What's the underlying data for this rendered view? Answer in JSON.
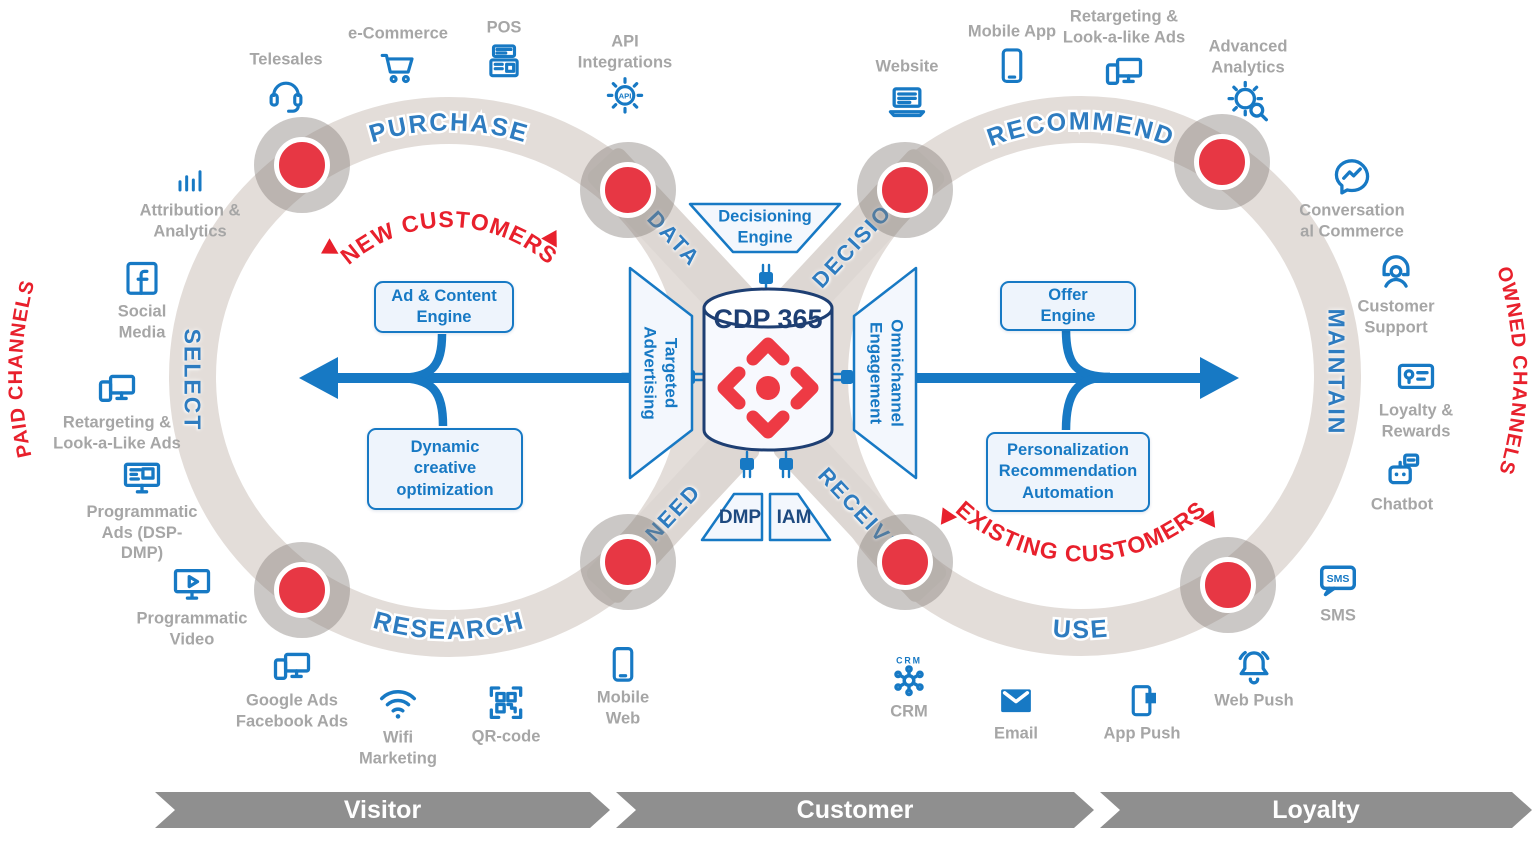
{
  "center": {
    "db_label": "CDP 365",
    "funnel_top": "Decisioning\nEngine",
    "funnel_left": "Targeted\nAdvertising",
    "funnel_right": "Omnichannel\nEngagement",
    "dmp": "DMP",
    "iam": "IAM"
  },
  "engines": {
    "ad_content": "Ad & Content\nEngine",
    "dco": "Dynamic\ncreative\noptimization",
    "offer": "Offer\nEngine",
    "pra": "Personalization\nRecommendation\nAutomation"
  },
  "loops": {
    "left": {
      "top": "PURCHASE",
      "side": "SELECT",
      "bottom": "RESEARCH",
      "inner": "NEW CUSTOMERS"
    },
    "right": {
      "top": "RECOMMEND",
      "side": "MAINTAIN",
      "bottom": "USE",
      "inner": "EXISTING CUSTOMERS"
    },
    "cross": {
      "top_left": "DATA",
      "bottom_left": "NEED",
      "top_right": "DECISION",
      "bottom_right": "RECEIVE"
    }
  },
  "channels": {
    "paid_title": "PAID CHANNELS",
    "owned_title": "OWNED CHANNELS",
    "paid": [
      {
        "id": "telesales",
        "label": "Telesales",
        "icon": "headset"
      },
      {
        "id": "ecommerce",
        "label": "e-Commerce",
        "icon": "cart"
      },
      {
        "id": "pos",
        "label": "POS",
        "icon": "pos-terminal"
      },
      {
        "id": "api-integrations",
        "label": "API\nIntegrations",
        "icon": "api-gear"
      },
      {
        "id": "attribution",
        "label": "Attribution &\nAnalytics",
        "icon": "bar-chart"
      },
      {
        "id": "social-media",
        "label": "Social\nMedia",
        "icon": "facebook"
      },
      {
        "id": "retargeting-paid",
        "label": "Retargeting &\nLook-a-Like Ads",
        "icon": "multi-device"
      },
      {
        "id": "programmatic-ads",
        "label": "Programmatic\nAds (DSP-\nDMP)",
        "icon": "ad-monitor"
      },
      {
        "id": "programmatic-video",
        "label": "Programmatic\nVideo",
        "icon": "video-monitor"
      },
      {
        "id": "google-facebook-ads",
        "label": "Google Ads\nFacebook Ads",
        "icon": "multi-device"
      },
      {
        "id": "wifi-marketing",
        "label": "Wifi\nMarketing",
        "icon": "wifi"
      },
      {
        "id": "qr-code",
        "label": "QR-code",
        "icon": "qr-code"
      },
      {
        "id": "mobile-web",
        "label": "Mobile\nWeb",
        "icon": "smartphone"
      }
    ],
    "owned": [
      {
        "id": "mobile-app",
        "label": "Mobile App",
        "icon": "smartphone"
      },
      {
        "id": "website",
        "label": "Website",
        "icon": "laptop"
      },
      {
        "id": "retargeting-owned",
        "label": "Retargeting &\nLook-a-like Ads",
        "icon": "multi-device"
      },
      {
        "id": "advanced-analytics",
        "label": "Advanced\nAnalytics",
        "icon": "analytics-gear"
      },
      {
        "id": "conversational-commerce",
        "label": "Conversation\nal Commerce",
        "icon": "messenger"
      },
      {
        "id": "customer-support",
        "label": "Customer\nSupport",
        "icon": "support"
      },
      {
        "id": "loyalty-rewards",
        "label": "Loyalty &\nRewards",
        "icon": "loyalty-card"
      },
      {
        "id": "chatbot",
        "label": "Chatbot",
        "icon": "robot"
      },
      {
        "id": "sms",
        "label": "SMS",
        "icon": "sms-bubble"
      },
      {
        "id": "web-push",
        "label": "Web Push",
        "icon": "bell"
      },
      {
        "id": "app-push",
        "label": "App Push",
        "icon": "app-push"
      },
      {
        "id": "email",
        "label": "Email",
        "icon": "envelope"
      },
      {
        "id": "crm",
        "label": "CRM",
        "icon": "crm-network"
      }
    ]
  },
  "journey": [
    "Visitor",
    "Customer",
    "Loyalty"
  ],
  "colors": {
    "accent_blue": "#1779c4",
    "dark_blue": "#1e3f73",
    "stage_blue": "#2e7cc0",
    "red": "#e8202c",
    "logo_red": "#ee3a44",
    "ring_gray": "#e3ddd9",
    "label_gray": "#a6a6a6",
    "journey_gray": "#8f8f8f"
  }
}
